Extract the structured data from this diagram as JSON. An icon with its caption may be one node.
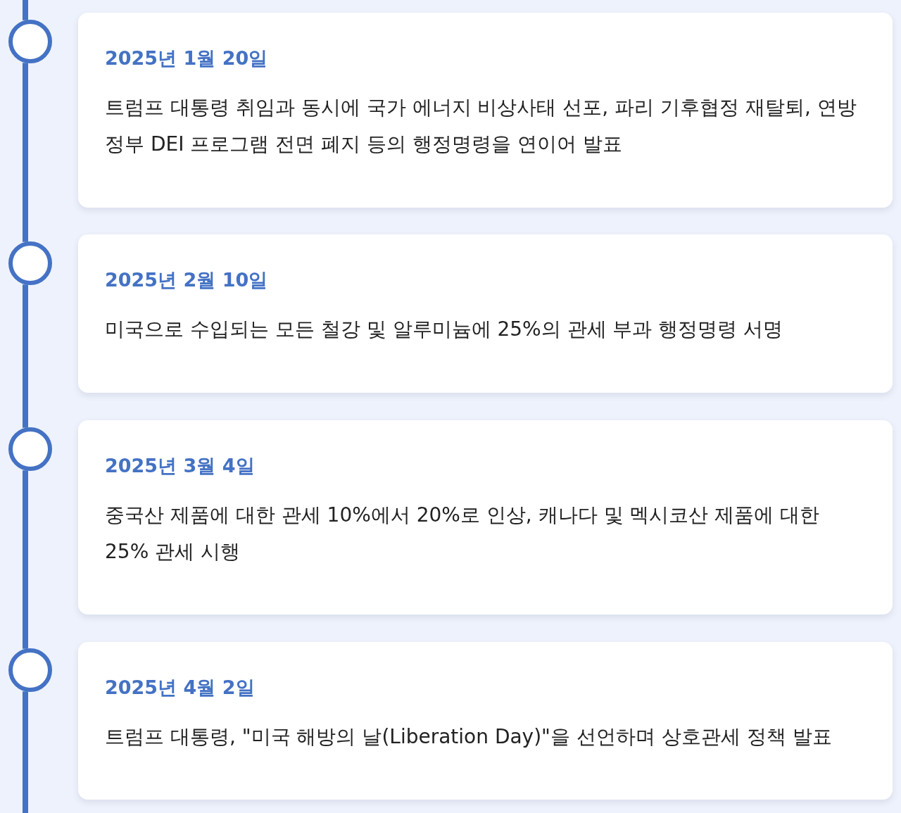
{
  "diagram": {
    "nodes": [
      {
        "text": [],
        "shape": "circle"
      },
      {
        "text": [
          "2025년 1월 20일",
          "트럼프 대통령 취임과 동시에 국가 에너지 비상사태 선포, 파리 기후협정 재탈퇴, 연방 정부 DEI 프로그램 전면 폐지 등의 행정명령을 연이어 발표"
        ]
      },
      {
        "text": [],
        "shape": "circle"
      },
      {
        "text": [
          "2025년 2월 10일",
          "미국으로 수입되는 모든 철강 및 알루미늄에 25%의 관세 부과 행정명령 서명"
        ]
      },
      {
        "text": [],
        "shape": "circle"
      },
      {
        "text": [
          "2025년 3월 4일",
          "중국산 제품에 대한 관세 10%에서 20%로 인상, 캐나다 및 멕시코산 제품에 대한 25% 관세 시행"
        ]
      },
      {
        "text": [],
        "shape": "circle"
      },
      {
        "text": [
          "2025년 4월 2일",
          "트럼프 대통령, \"미국 해방의 날(Liberation Day)\"을 선언하며 상호관세 정책 발표"
        ]
      }
    ],
    "edges": [
      {
        "from": null,
        "to": 0,
        "arrow": "none"
      },
      {
        "from": 0,
        "to": 2,
        "arrow": "none"
      },
      {
        "from": 2,
        "to": 4,
        "arrow": "none"
      },
      {
        "from": 4,
        "to": 6,
        "arrow": "none"
      },
      {
        "from": 6,
        "to": null,
        "arrow": "none"
      }
    ]
  }
}
